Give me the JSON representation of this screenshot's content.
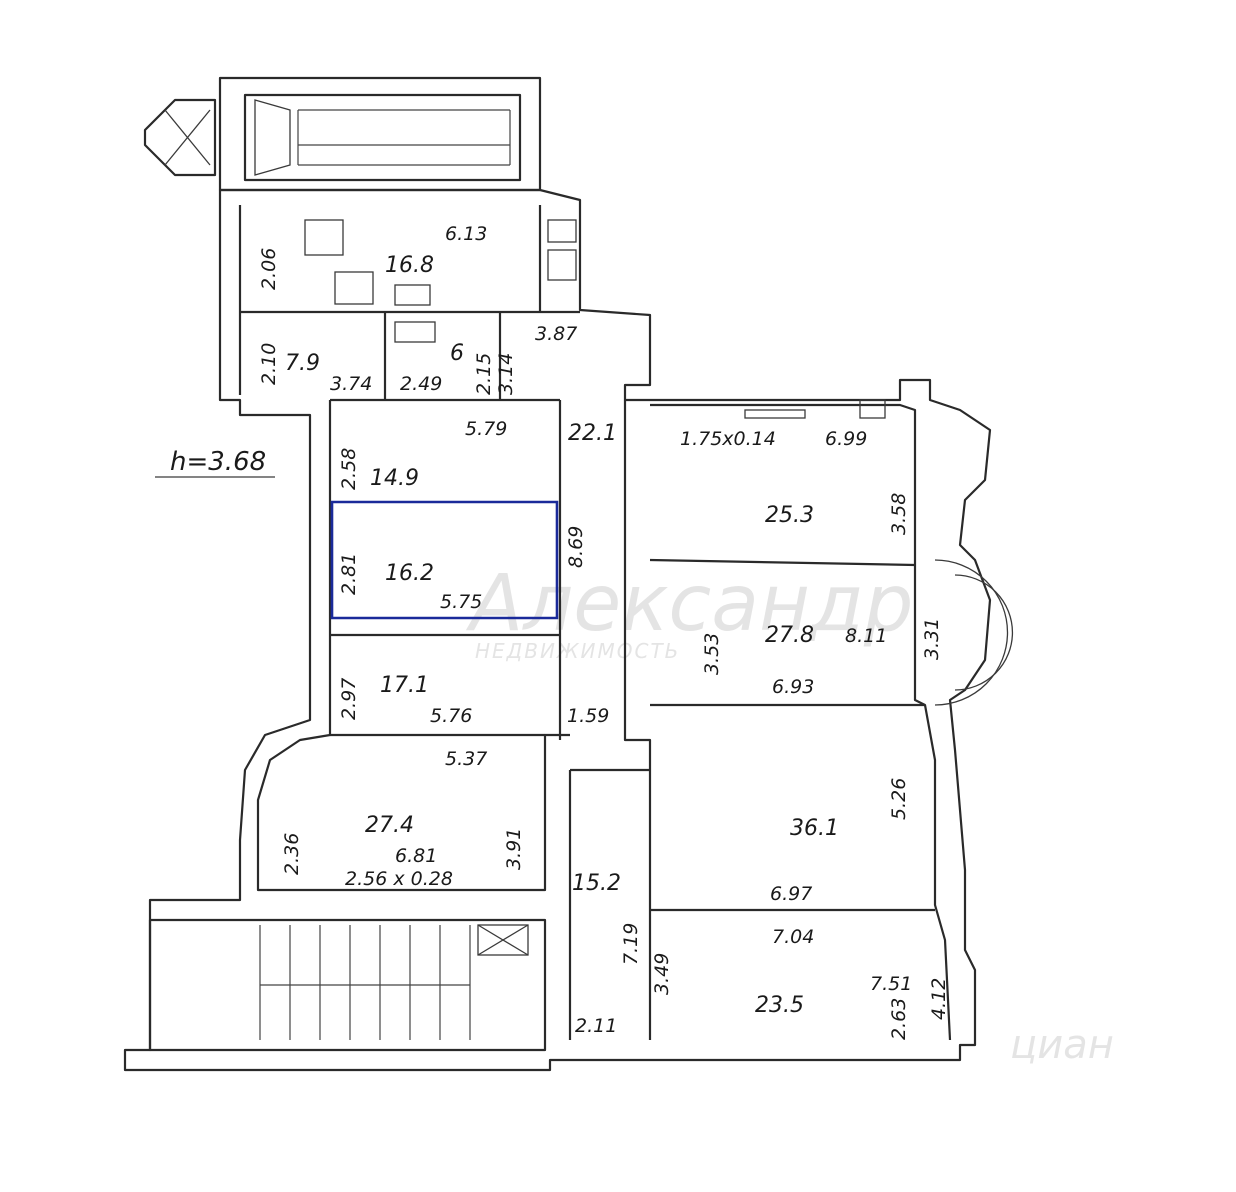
{
  "ceiling_height": "h=3.68",
  "rooms": [
    {
      "id": "kitchen",
      "area": "16.8"
    },
    {
      "id": "room-7-9",
      "area": "7.9"
    },
    {
      "id": "bath",
      "area": "6"
    },
    {
      "id": "room-14-9",
      "area": "14.9"
    },
    {
      "id": "room-16-2",
      "area": "16.2"
    },
    {
      "id": "room-17-1",
      "area": "17.1"
    },
    {
      "id": "room-27-4",
      "area": "27.4"
    },
    {
      "id": "corridor-15-2",
      "area": "15.2"
    },
    {
      "id": "room-25-3",
      "area": "25.3"
    },
    {
      "id": "room-27-8",
      "area": "27.8"
    },
    {
      "id": "room-36-1",
      "area": "36.1"
    },
    {
      "id": "room-23-5",
      "area": "23.5"
    },
    {
      "id": "hall-22-1",
      "area": "22.1"
    }
  ],
  "dimensions": {
    "d_6_13": "6.13",
    "d_2_06": "2.06",
    "d_2_10": "2.10",
    "d_3_74": "3.74",
    "d_2_49": "2.49",
    "d_2_15": "2.15",
    "d_3_14": "3.14",
    "d_3_87": "3.87",
    "d_5_79": "5.79",
    "d_2_58": "2.58",
    "d_2_81": "2.81",
    "d_5_75": "5.75",
    "d_8_69": "8.69",
    "d_2_97": "2.97",
    "d_5_76": "5.76",
    "d_1_59": "1.59",
    "d_5_37": "5.37",
    "d_2_36": "2.36",
    "d_3_91": "3.91",
    "d_6_81": "6.81",
    "d_2_56x0_28": "2.56 x 0.28",
    "d_7_19": "7.19",
    "d_3_49": "3.49",
    "d_2_11": "2.11",
    "d_1_75x0_14": "1.75x0.14",
    "d_6_99": "6.99",
    "d_3_58": "3.58",
    "d_3_53": "3.53",
    "d_8_11": "8.11",
    "d_3_31": "3.31",
    "d_6_93": "6.93",
    "d_5_26": "5.26",
    "d_6_97": "6.97",
    "d_7_04": "7.04",
    "d_7_51": "7.51",
    "d_2_63": "2.63",
    "d_4_12": "4.12"
  },
  "watermark": {
    "line1": "Александр",
    "line2": "НЕДВИЖИМОСТЬ",
    "corner": "циан"
  },
  "selection_color": "#1a2a9a",
  "line_color": "#2a2a2a"
}
